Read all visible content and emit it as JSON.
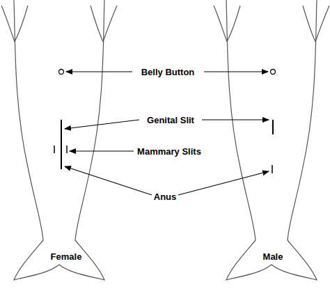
{
  "diagram": {
    "labels": [
      "Belly Button",
      "Genital Slit",
      "Mammary Slits",
      "Anus",
      "Female",
      "Male"
    ]
  }
}
